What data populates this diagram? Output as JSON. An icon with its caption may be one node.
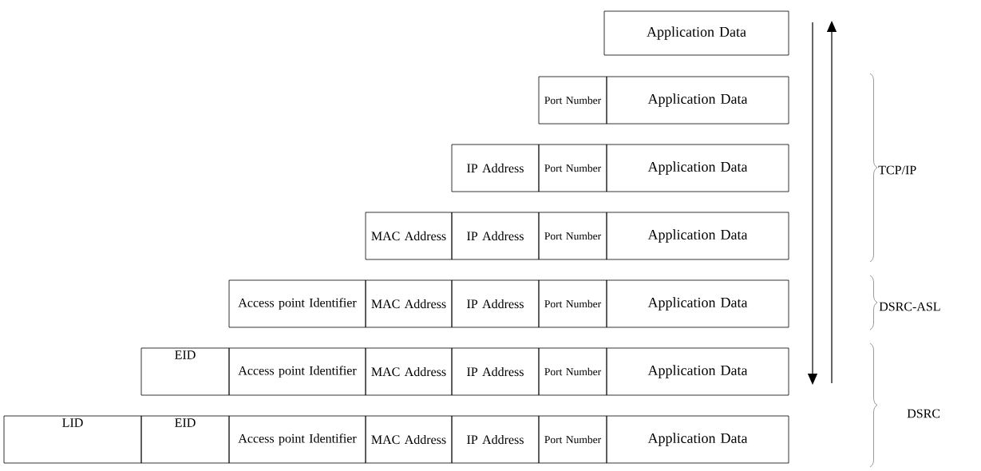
{
  "diagram": {
    "nodes": [
      {
        "text": [
          "Application Data"
        ]
      },
      {
        "text": [
          "Port Number"
        ]
      },
      {
        "text": [
          "Application Data"
        ]
      },
      {
        "text": [
          "IP Address"
        ]
      },
      {
        "text": [
          "Port Number"
        ]
      },
      {
        "text": [
          "Application Data"
        ]
      },
      {
        "text": [
          "MAC Address"
        ]
      },
      {
        "text": [
          "IP Address"
        ]
      },
      {
        "text": [
          "Port Number"
        ]
      },
      {
        "text": [
          "Application Data"
        ]
      },
      {
        "text": [
          "Access point Identifier"
        ]
      },
      {
        "text": [
          "MAC Address"
        ]
      },
      {
        "text": [
          "IP Address"
        ]
      },
      {
        "text": [
          "Port Number"
        ]
      },
      {
        "text": [
          "Application Data"
        ]
      },
      {
        "text": [
          "EID"
        ]
      },
      {
        "text": [
          "Access point Identifier"
        ]
      },
      {
        "text": [
          "MAC Address"
        ]
      },
      {
        "text": [
          "IP Address"
        ]
      },
      {
        "text": [
          "Port Number"
        ]
      },
      {
        "text": [
          "Application Data"
        ]
      },
      {
        "text": [
          "LID"
        ]
      },
      {
        "text": [
          "EID"
        ]
      },
      {
        "text": [
          "Access point Identifier"
        ]
      },
      {
        "text": [
          "MAC Address"
        ]
      },
      {
        "text": [
          "IP Address"
        ]
      },
      {
        "text": [
          "Port Number"
        ]
      },
      {
        "text": [
          "Application Data"
        ]
      }
    ],
    "labels": [
      "TCP/IP",
      "DSRC-ASL",
      "DSRC"
    ]
  }
}
